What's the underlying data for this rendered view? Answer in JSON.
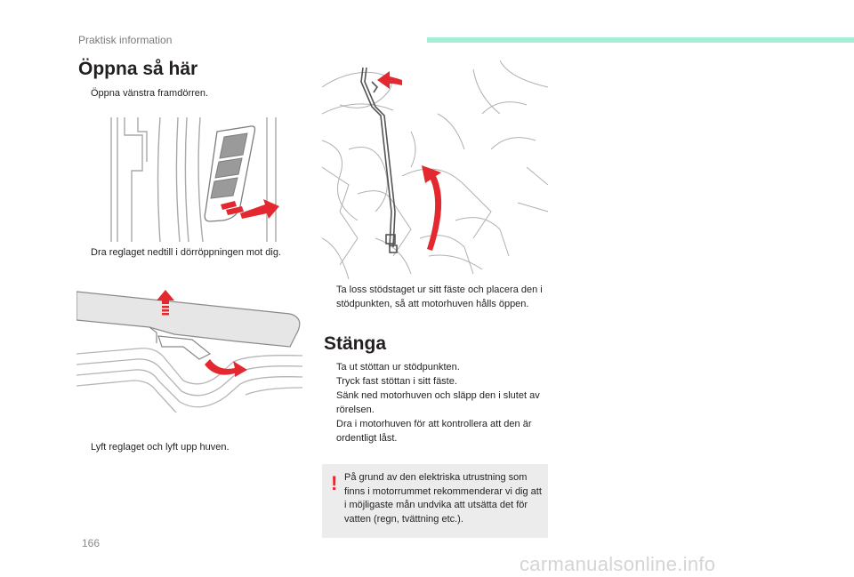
{
  "header": {
    "section": "Praktisk information"
  },
  "open": {
    "title": "Öppna så här",
    "marker": "",
    "step1": "Öppna vänstra framdörren.",
    "step2": "Dra reglaget nedtill i dörröppningen mot dig.",
    "step3": "Lyft reglaget och lyft upp huven.",
    "step4": "Ta loss stödstaget ur sitt fäste och placera den i stödpunkten, så att motorhuven hålls öppen."
  },
  "close": {
    "title": "Stänga",
    "steps": [
      "Ta ut stöttan ur stödpunkten.",
      "Tryck fast stöttan i sitt fäste.",
      "Sänk ned motorhuven och släpp den i slutet av rörelsen.",
      "Dra i motorhuven för att kontrollera att den är ordentligt låst."
    ]
  },
  "warning": {
    "mark": "!",
    "text": "På grund av den elektriska utrustning som finns i motorrummet rekommenderar vi dig att i möjligaste mån undvika att utsätta det för vatten (regn, tvättning etc.)."
  },
  "page_number": "166",
  "footer": "carmanualsonline.info",
  "colors": {
    "accent_bar": "#a6eed8",
    "arrow_red": "#e3292f",
    "warning_bg": "#ececec",
    "line_gray": "#9a9a9a"
  },
  "icons": [
    "step-marker-icon",
    "warning-icon",
    "arrow-icon"
  ]
}
